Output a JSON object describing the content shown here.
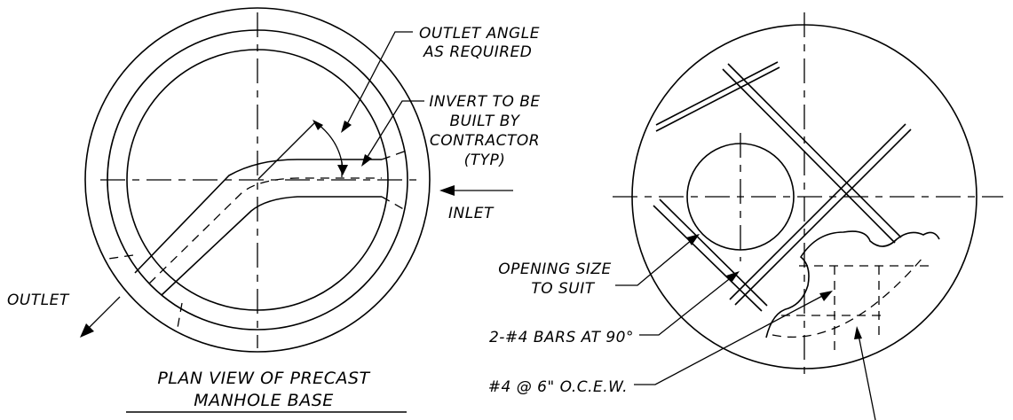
{
  "labels": {
    "outlet_angle_line1": "OUTLET ANGLE",
    "outlet_angle_line2": "AS REQUIRED",
    "invert_line1": "INVERT TO BE",
    "invert_line2": "BUILT BY",
    "invert_line3": "CONTRACTOR",
    "invert_line4": "(TYP)",
    "inlet": "INLET",
    "outlet": "OUTLET",
    "opening_line1": "OPENING SIZE",
    "opening_line2": "TO SUIT",
    "bars": "2-#4 BARS AT 90°",
    "rebar": "#4 @ 6\" O.C.E.W.",
    "title_line1": "PLAN VIEW OF PRECAST",
    "title_line2": "MANHOLE BASE"
  }
}
